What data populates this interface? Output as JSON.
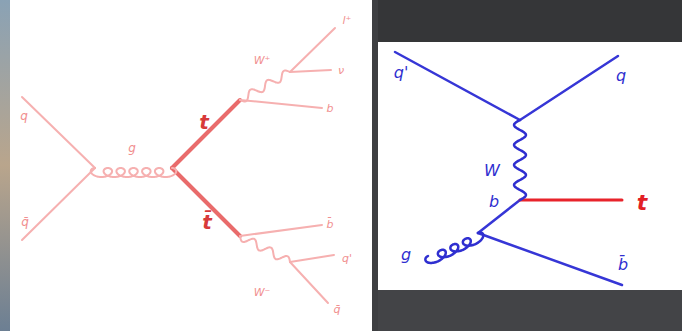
{
  "diagram": {
    "labels": [
      "q",
      "q̄",
      "g",
      "t",
      "t̄",
      "W⁺",
      "l⁺",
      "ν",
      "b",
      "b̄",
      "W⁻",
      "q'",
      "q̄",
      "q'",
      "q",
      "W",
      "b",
      "t",
      "g",
      "b̄"
    ]
  }
}
